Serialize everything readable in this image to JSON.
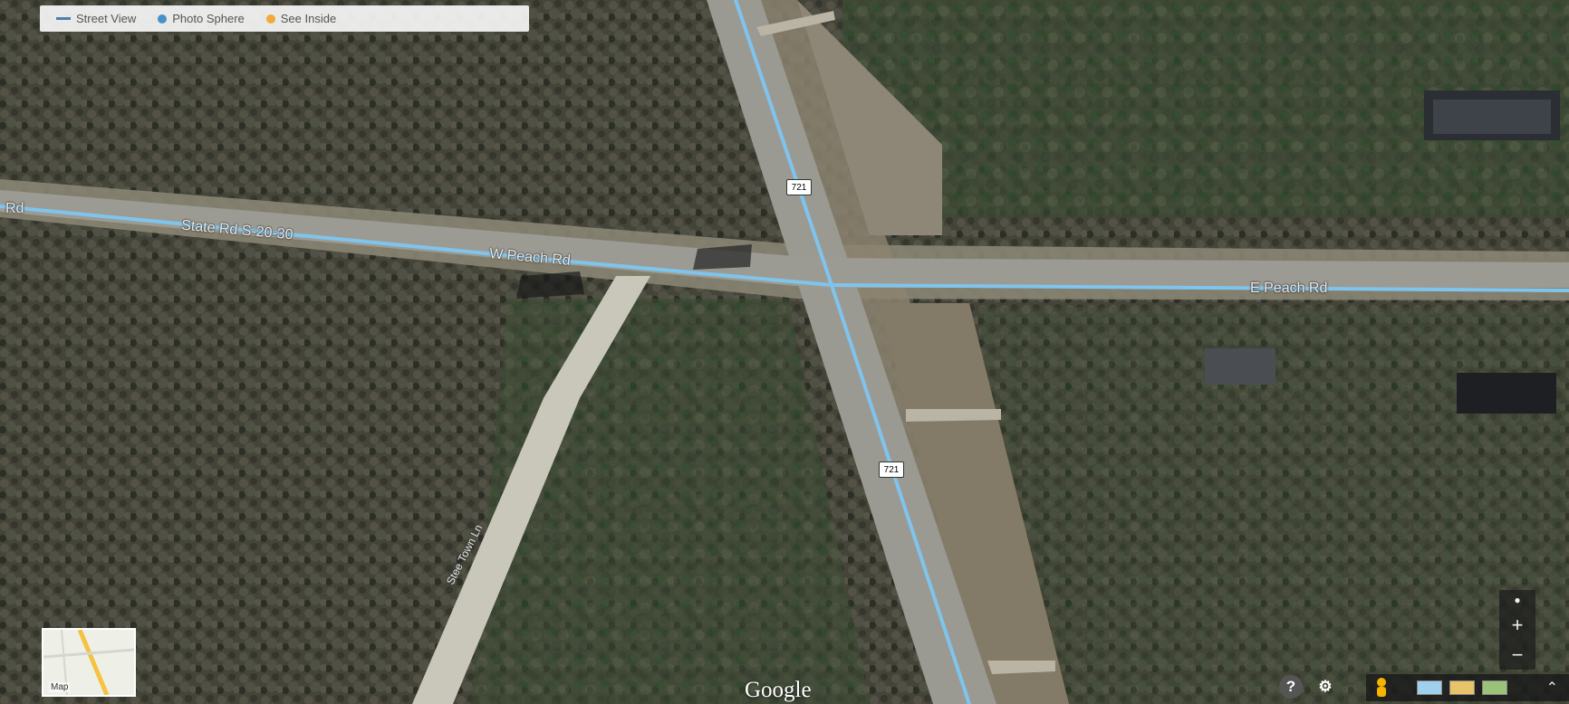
{
  "legend": {
    "street_view": "Street View",
    "photo_sphere": "Photo Sphere",
    "see_inside": "See Inside"
  },
  "roads": {
    "state_rd_partial": "Rd",
    "state_rd": "State Rd S-20-30",
    "w_peach": "W Peach Rd",
    "e_peach": "E Peach Rd",
    "lane": "Stee Town Ln",
    "route_shield_top": "721",
    "route_shield_bottom": "721"
  },
  "minimap": {
    "label": "Map"
  },
  "brand": {
    "logo": "Google"
  },
  "controls": {
    "help_icon": "?",
    "settings_icon": "⚙",
    "zoom_in": "+",
    "zoom_out": "−",
    "expand": "⌃"
  },
  "colors": {
    "street_view_line": "#7fc4ec",
    "photo_sphere": "#4a90c8",
    "see_inside": "#f2a93b",
    "pegman": "#f5b400"
  }
}
